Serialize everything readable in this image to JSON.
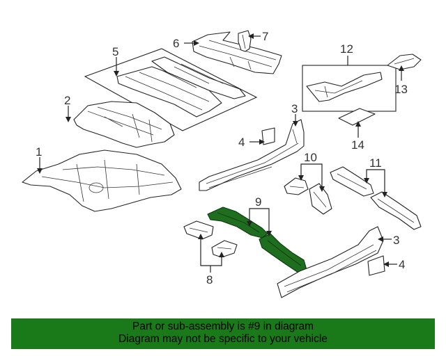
{
  "callouts": {
    "c1": "1",
    "c2": "2",
    "c3a": "3",
    "c3b": "3",
    "c4a": "4",
    "c4b": "4",
    "c5": "5",
    "c6": "6",
    "c7": "7",
    "c8": "8",
    "c9": "9",
    "c10": "10",
    "c11": "11",
    "c12": "12",
    "c13": "13",
    "c14": "14"
  },
  "banner": {
    "line1": "Part or sub-assembly is #9 in diagram",
    "line2": "Diagram may not be specific to your vehicle"
  },
  "colors": {
    "highlight": "#1f6e1f",
    "banner": "#1a7a1a"
  }
}
